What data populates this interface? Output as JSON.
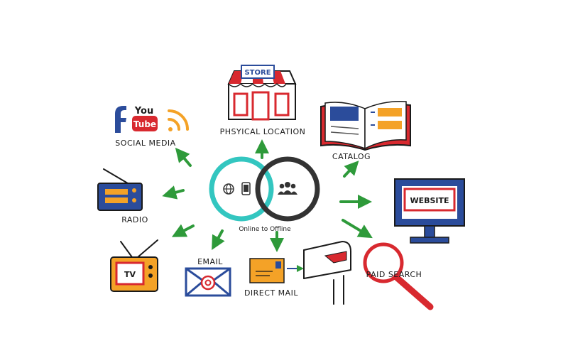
{
  "hub": {
    "label": "Online to Offline"
  },
  "channels": {
    "social_media": "SOCIAL MEDIA",
    "youtube_you": "You",
    "youtube_tube": "Tube",
    "physical_location": "PHSYICAL LOCATION",
    "store_sign": "STORE",
    "catalog": "CATALOG",
    "radio": "RADIO",
    "website": "WEBSITE",
    "tv": "TV",
    "email": "EMAIL",
    "direct_mail": "DIRECT MAIL",
    "paid_search": "PAID SEARCH"
  },
  "colors": {
    "arrow_green": "#2e9a3a",
    "hub_teal": "#33c6c0",
    "hub_dark": "#333333",
    "red": "#d8292f",
    "blue": "#2b4c9b",
    "orange": "#f4a227"
  },
  "icons": [
    "facebook-icon",
    "youtube-icon",
    "rss-icon",
    "globe-icon",
    "tablet-icon",
    "people-icon",
    "at-icon"
  ]
}
